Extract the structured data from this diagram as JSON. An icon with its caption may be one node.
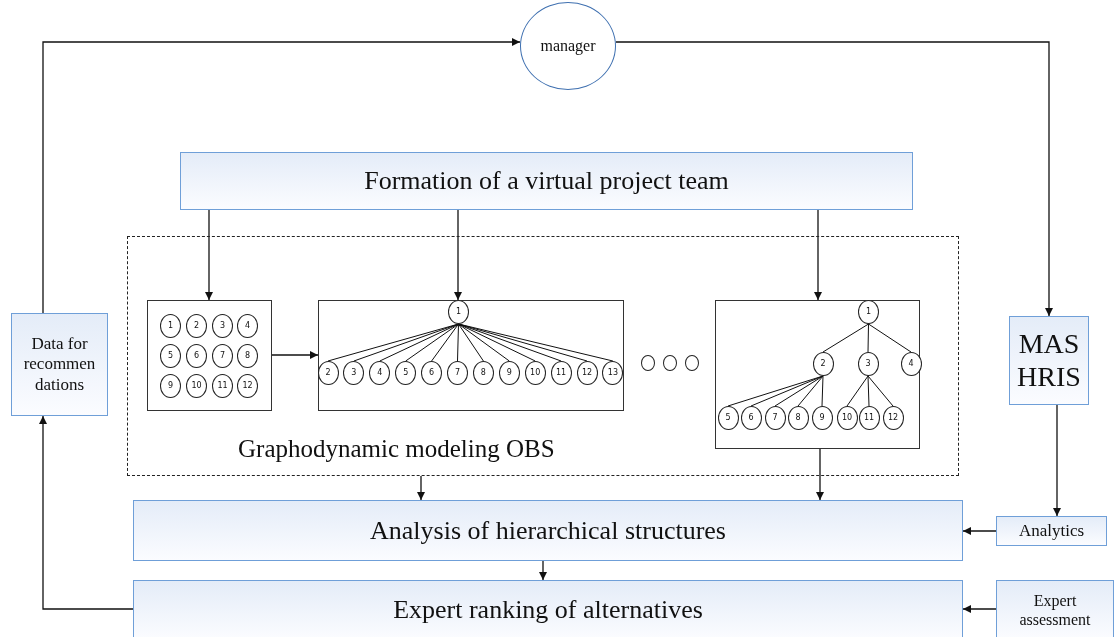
{
  "diagram": {
    "nodes": [
      {
        "text": [
          "manager"
        ]
      },
      {
        "text": [
          "Formation of a virtual project team"
        ]
      },
      {
        "text": [
          "Graphodynamic modeling OBS"
        ]
      },
      {
        "text": [],
        "shape": "box",
        "in": 2
      },
      {
        "text": [
          "1"
        ],
        "in": 3
      },
      {
        "text": [
          "2"
        ],
        "in": 3
      },
      {
        "text": [
          "3"
        ],
        "in": 3
      },
      {
        "text": [
          "4"
        ],
        "in": 3
      },
      {
        "text": [
          "5"
        ],
        "in": 3
      },
      {
        "text": [
          "6"
        ],
        "in": 3
      },
      {
        "text": [
          "7"
        ],
        "in": 3
      },
      {
        "text": [
          "8"
        ],
        "in": 3
      },
      {
        "text": [
          "9"
        ],
        "in": 3
      },
      {
        "text": [
          "10"
        ],
        "in": 3
      },
      {
        "text": [
          "11"
        ],
        "in": 3
      },
      {
        "text": [
          "12"
        ],
        "in": 3
      },
      {
        "text": [],
        "shape": "box",
        "in": 2
      },
      {
        "text": [
          "1"
        ],
        "in": 16
      },
      {
        "text": [
          "2"
        ],
        "in": 16
      },
      {
        "text": [
          "3"
        ],
        "in": 16
      },
      {
        "text": [
          "4"
        ],
        "in": 16
      },
      {
        "text": [
          "5"
        ],
        "in": 16
      },
      {
        "text": [
          "6"
        ],
        "in": 16
      },
      {
        "text": [
          "7"
        ],
        "in": 16
      },
      {
        "text": [
          "8"
        ],
        "in": 16
      },
      {
        "text": [
          "9"
        ],
        "in": 16
      },
      {
        "text": [
          "10"
        ],
        "in": 16
      },
      {
        "text": [
          "11"
        ],
        "in": 16
      },
      {
        "text": [
          "12"
        ],
        "in": 16
      },
      {
        "text": [
          "13"
        ],
        "in": 16
      },
      {
        "text": [],
        "shape": "circle",
        "in": 2
      },
      {
        "text": [],
        "shape": "circle",
        "in": 2
      },
      {
        "text": [],
        "shape": "circle",
        "in": 2
      },
      {
        "text": [],
        "shape": "box",
        "in": 2
      },
      {
        "text": [
          "1"
        ],
        "in": 33
      },
      {
        "text": [
          "2"
        ],
        "in": 33
      },
      {
        "text": [
          "3"
        ],
        "in": 33
      },
      {
        "text": [
          "4"
        ],
        "in": 33
      },
      {
        "text": [
          "5"
        ],
        "in": 33
      },
      {
        "text": [
          "6"
        ],
        "in": 33
      },
      {
        "text": [
          "7"
        ],
        "in": 33
      },
      {
        "text": [
          "8"
        ],
        "in": 33
      },
      {
        "text": [
          "9"
        ],
        "in": 33
      },
      {
        "text": [
          "10"
        ],
        "in": 33
      },
      {
        "text": [
          "11"
        ],
        "in": 33
      },
      {
        "text": [
          "12"
        ],
        "in": 33
      },
      {
        "text": [
          "Data for recommen dations"
        ]
      },
      {
        "text": [
          "MAS HRIS"
        ]
      },
      {
        "text": [
          "Analytics"
        ]
      },
      {
        "text": [
          "Analysis of hierarchical structures"
        ]
      },
      {
        "text": [
          "Expert ranking of alternatives"
        ]
      },
      {
        "text": [
          "Expert assessment"
        ]
      }
    ],
    "edges": [
      {
        "from": 46,
        "to": 0,
        "arrow": "to"
      },
      {
        "from": 0,
        "to": 47,
        "arrow": "to"
      },
      {
        "from": 1,
        "to": 3,
        "arrow": "to"
      },
      {
        "from": 1,
        "to": 16,
        "arrow": "to"
      },
      {
        "from": 1,
        "to": 33,
        "arrow": "to"
      },
      {
        "from": 3,
        "to": 16,
        "arrow": "to"
      },
      {
        "from": 2,
        "to": 49,
        "arrow": "to"
      },
      {
        "from": 33,
        "to": 49,
        "arrow": "to"
      },
      {
        "from": 47,
        "to": 48,
        "arrow": "to"
      },
      {
        "from": 48,
        "to": 49,
        "arrow": "to"
      },
      {
        "from": 49,
        "to": 50,
        "arrow": "to"
      },
      {
        "from": 51,
        "to": 50,
        "arrow": "to"
      },
      {
        "from": 50,
        "to": 46,
        "arrow": "to"
      },
      {
        "from": 17,
        "to": 18,
        "arrow": "none"
      },
      {
        "from": 17,
        "to": 19,
        "arrow": "none"
      },
      {
        "from": 17,
        "to": 20,
        "arrow": "none"
      },
      {
        "from": 17,
        "to": 21,
        "arrow": "none"
      },
      {
        "from": 17,
        "to": 22,
        "arrow": "none"
      },
      {
        "from": 17,
        "to": 23,
        "arrow": "none"
      },
      {
        "from": 17,
        "to": 24,
        "arrow": "none"
      },
      {
        "from": 17,
        "to": 25,
        "arrow": "none"
      },
      {
        "from": 17,
        "to": 26,
        "arrow": "none"
      },
      {
        "from": 17,
        "to": 27,
        "arrow": "none"
      },
      {
        "from": 17,
        "to": 28,
        "arrow": "none"
      },
      {
        "from": 17,
        "to": 29,
        "arrow": "none"
      },
      {
        "from": 34,
        "to": 35,
        "arrow": "none"
      },
      {
        "from": 34,
        "to": 36,
        "arrow": "none"
      },
      {
        "from": 34,
        "to": 37,
        "arrow": "none"
      },
      {
        "from": 35,
        "to": 38,
        "arrow": "none"
      },
      {
        "from": 35,
        "to": 39,
        "arrow": "none"
      },
      {
        "from": 35,
        "to": 40,
        "arrow": "none"
      },
      {
        "from": 35,
        "to": 41,
        "arrow": "none"
      },
      {
        "from": 35,
        "to": 42,
        "arrow": "none"
      },
      {
        "from": 36,
        "to": 43,
        "arrow": "none"
      },
      {
        "from": 36,
        "to": 44,
        "arrow": "none"
      },
      {
        "from": 36,
        "to": 45,
        "arrow": "none"
      }
    ]
  }
}
